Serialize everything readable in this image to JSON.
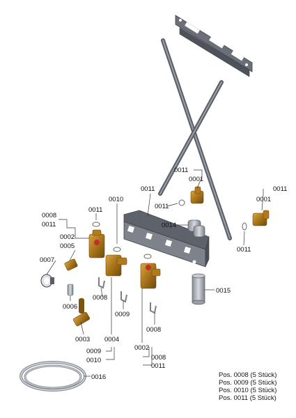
{
  "labels": {
    "l0001a": "0001",
    "l0001b": "0001",
    "l0002a": "0002",
    "l0002b": "0002",
    "l0003": "0003",
    "l0004": "0004",
    "l0005": "0005",
    "l0006": "0006",
    "l0007": "0007",
    "l0008a": "0008",
    "l0008b": "0008",
    "l0008c": "0008",
    "l0008d": "0008",
    "l0009a": "0009",
    "l0009b": "0009",
    "l0010a": "0010",
    "l0010b": "0010",
    "l0011a": "0011",
    "l0011b": "0011",
    "l0011c": "0011",
    "l0011d": "0011",
    "l0011e": "0011",
    "l0011f": "0011",
    "l0011g": "0011",
    "l0011h": "0011",
    "l0014": "0014",
    "l0015": "0015",
    "l0016": "0016"
  },
  "notes": [
    "Pos. 0008 (5 Stück)",
    "Pos. 0009 (5 Stück)",
    "Pos. 0010 (5 Stück)",
    "Pos. 0011 (5 Stück)"
  ],
  "colors": {
    "brass": "#b07a1e",
    "brass_dark": "#6e4a0c",
    "steel": "#6a6f78",
    "steel_light": "#b8bcc4",
    "red_cap": "#c0302a"
  }
}
